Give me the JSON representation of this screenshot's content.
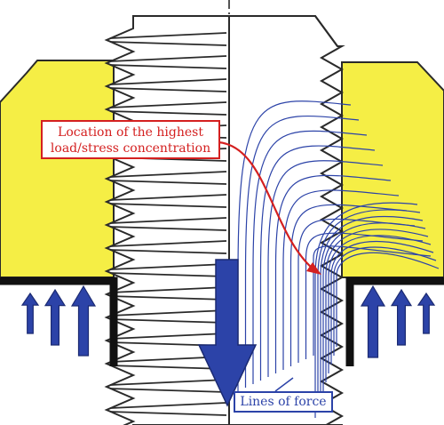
{
  "callouts": {
    "stress_line1": "Location of the highest",
    "stress_line2": "load/stress concentration",
    "force": "Lines of force"
  },
  "colors": {
    "nut": "#f5ee45",
    "outline": "#2a2a2a",
    "force_lines": "#2c43a8",
    "load_arrows": "#2c43a8",
    "stress_callout": "#d42020",
    "support": "#111111"
  }
}
